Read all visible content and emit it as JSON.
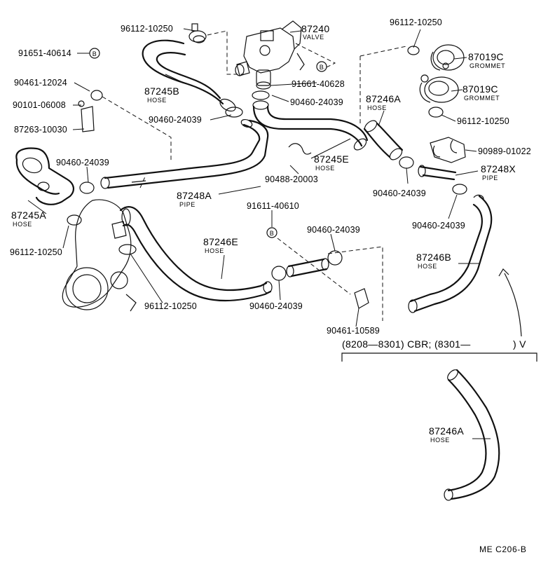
{
  "labels": {
    "p96112_10250_a": "96112-10250",
    "p87240": "87240",
    "p87240_sub": "VALVE",
    "p96112_10250_b": "96112-10250",
    "p91651_40614": "91651-40614",
    "p87019C_a": "87019C",
    "p87019C_a_sub": "GROMMET",
    "p90461_12024": "90461-12024",
    "p91661_40628": "91661-40628",
    "p87019C_b": "87019C",
    "p87019C_b_sub": "GROMMET",
    "p87245B": "87245B",
    "p87245B_sub": "HOSE",
    "p90101_06008": "90101-06008",
    "p90460_24039_a": "90460-24039",
    "p87246A_a": "87246A",
    "p87246A_a_sub": "HOSE",
    "p87263_10030": "87263-10030",
    "p90460_24039_b": "90460-24039",
    "p96112_10250_c": "96112-10250",
    "p90989_01022": "90989-01022",
    "p87245E": "87245E",
    "p87245E_sub": "HOSE",
    "p90460_24039_c": "90460-24039",
    "p87248X": "87248X",
    "p87248X_sub": "PIPE",
    "p90488_20003": "90488-20003",
    "p87248A": "87248A",
    "p87248A_sub": "PIPE",
    "p90460_24039_d": "90460-24039",
    "p91611_40610": "91611-40610",
    "p87245A": "87245A",
    "p87245A_sub": "HOSE",
    "p90460_24039_e": "90460-24039",
    "p90460_24039_f": "90460-24039",
    "p96112_10250_d": "96112-10250",
    "p87246E": "87246E",
    "p87246E_sub": "HOSE",
    "p87246B": "87246B",
    "p87246B_sub": "HOSE",
    "p96112_10250_e": "96112-10250",
    "p90460_24039_g": "90460-24039",
    "p90461_10589": "90461-10589",
    "variant_note": "(8208—8301) CBR; (8301—",
    "variant_v": ") V",
    "p87246A_b": "87246A",
    "p87246A_b_sub": "HOSE",
    "diagram_code": "ME  C206-B"
  },
  "markers": {
    "bolt_marker": "B"
  }
}
